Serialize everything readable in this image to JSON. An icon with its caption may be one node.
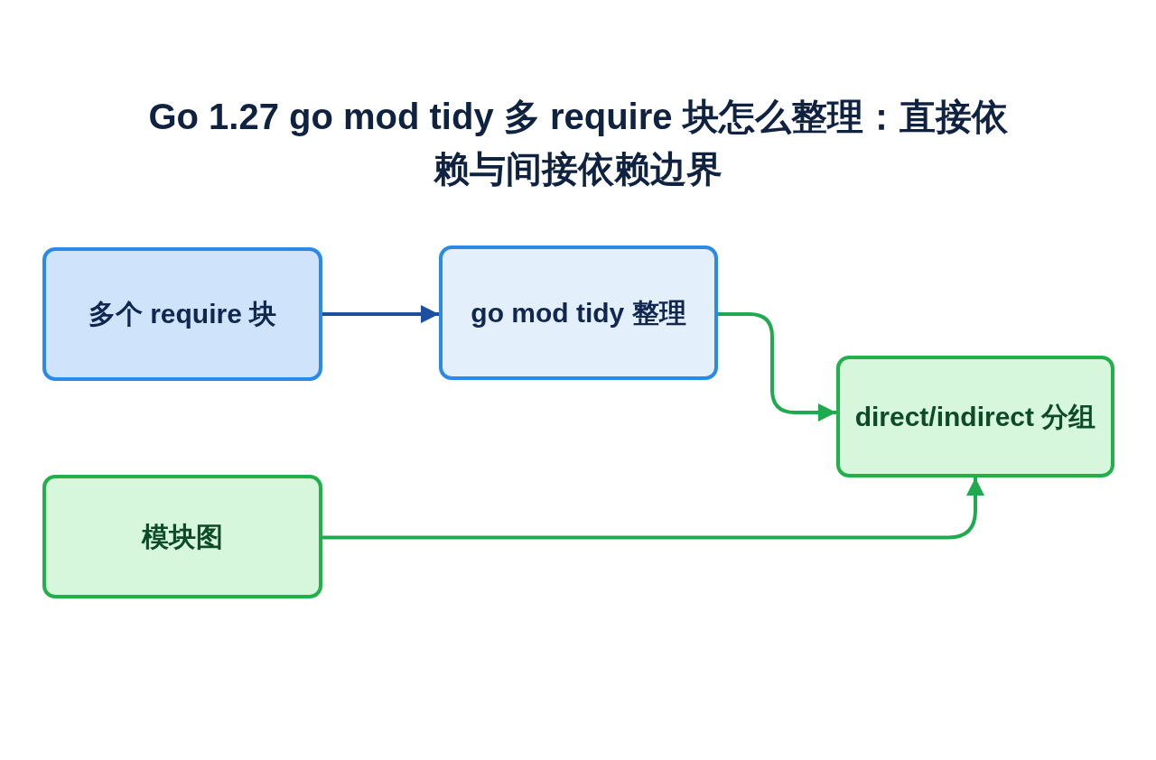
{
  "diagram": {
    "title": "Go 1.27 go mod tidy 多 require 块怎么整理：直接依赖与间接依赖边界",
    "nodes": [
      {
        "text": [
          "多个 require 块"
        ]
      },
      {
        "text": [
          "go mod tidy 整理"
        ]
      },
      {
        "text": [
          "direct/indirect 分组"
        ]
      },
      {
        "text": [
          "模块图"
        ]
      }
    ],
    "edges": [
      {
        "from": 0,
        "to": 1,
        "arrow": "to",
        "color": "#1d4fa0"
      },
      {
        "from": 1,
        "to": 2,
        "arrow": "to",
        "color": "#1faa4f"
      },
      {
        "from": 3,
        "to": 2,
        "arrow": "to",
        "color": "#1faa4f"
      }
    ]
  }
}
